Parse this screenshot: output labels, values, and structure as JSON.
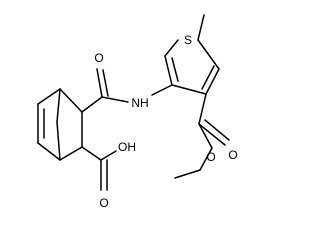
{
  "structure": {
    "atom_labels": {
      "sulfur": "S",
      "amide_nitrogen": "NH",
      "acid_hydroxyl": "OH",
      "acid_carbonyl_oxygen": "O",
      "amide_carbonyl_oxygen": "O",
      "ester_carbonyl_oxygen": "O",
      "ester_oxygen": "O"
    }
  }
}
